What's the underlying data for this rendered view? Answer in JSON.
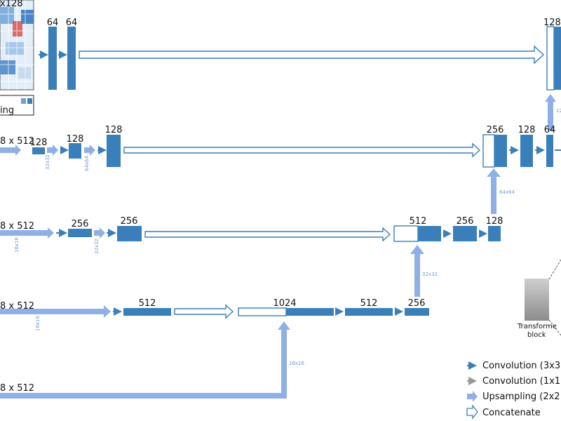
{
  "top": {
    "input_size": "x128",
    "input_caption": "ing",
    "ch_a": "64",
    "ch_b": "64",
    "ch_right": "128",
    "up_right": "12"
  },
  "row2": {
    "input": "8 x 512",
    "ch1": "128",
    "ch2": "128",
    "ch3": "128",
    "up1": "32x32",
    "up2": "64x64",
    "dec_concat": "256",
    "dec1": "128",
    "dec2": "64",
    "up_dec": "64x64"
  },
  "row3": {
    "input": "8 x 512",
    "up_in": "16x16",
    "ch1": "256",
    "up1": "32x32",
    "ch2": "256",
    "dec_concat": "512",
    "dec1": "256",
    "dec2": "128",
    "up_dec": "32x32"
  },
  "row4": {
    "input": "8 x 512",
    "up_in": "16x16",
    "ch1": "512",
    "concat": "1024",
    "dec1": "512",
    "dec2": "256"
  },
  "row5": {
    "input": "8 x 512",
    "up_in": "16x16"
  },
  "transformer": {
    "line1": "Transforme",
    "line2": "block"
  },
  "legend": {
    "conv3": "Convolution (3x3",
    "conv1": "Convolution (1x1",
    "upsample": "Upsampling (2x2",
    "concat": "Concatenate"
  },
  "colors": {
    "block": "#3a7fba",
    "conv_arrow": "#3a7fba",
    "conv1_arrow": "#999999",
    "upsample": "#8fb0e6",
    "concat_stroke": "#3a7fba"
  }
}
